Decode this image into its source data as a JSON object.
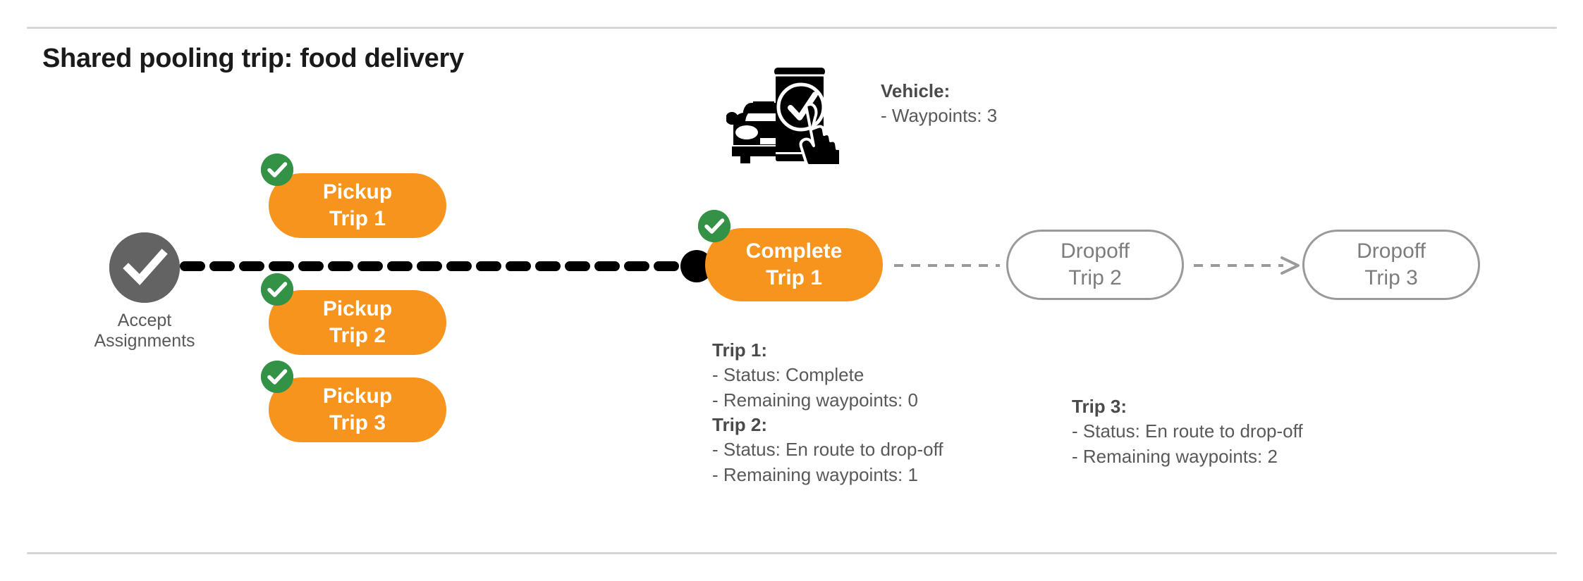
{
  "slide": {
    "title": "Shared pooling trip: food delivery",
    "background": "#ffffff",
    "rule_color": "#d6d6d6"
  },
  "colors": {
    "orange": "#F7941E",
    "green": "#349247",
    "gray_node": "#636363",
    "gray_text": "#58595b",
    "gray_outline": "#9a9a9a",
    "black_connector": "#000000"
  },
  "start_node": {
    "icon": "check-circle-icon",
    "label_line1": "Accept",
    "label_line2": "Assignments"
  },
  "pickup_nodes": [
    {
      "line1": "Pickup",
      "line2": "Trip 1",
      "badge": "check-badge-icon",
      "state": "complete"
    },
    {
      "line1": "Pickup",
      "line2": "Trip 2",
      "badge": "check-badge-icon",
      "state": "complete"
    },
    {
      "line1": "Pickup",
      "line2": "Trip 3",
      "badge": "check-badge-icon",
      "state": "complete"
    }
  ],
  "complete_node": {
    "line1": "Complete",
    "line2": "Trip 1",
    "badge": "check-badge-icon",
    "state": "complete"
  },
  "dropoff_nodes": [
    {
      "line1": "Dropoff",
      "line2": "Trip 2",
      "state": "pending"
    },
    {
      "line1": "Dropoff",
      "line2": "Trip 3",
      "state": "pending"
    }
  ],
  "vehicle_panel": {
    "icon": "car-phone-check-icon",
    "header": "Vehicle:",
    "rows": [
      "- Waypoints: 3"
    ]
  },
  "trip_details": [
    {
      "header": "Trip 1:",
      "rows": [
        "- Status:  Complete",
        "- Remaining waypoints: 0"
      ]
    },
    {
      "header": "Trip 2:",
      "rows": [
        "- Status:  En route to drop-off",
        "- Remaining waypoints: 1"
      ]
    },
    {
      "header": "Trip 3:",
      "rows": [
        "- Status:  En route to drop-off",
        "- Remaining waypoints: 2"
      ]
    }
  ]
}
